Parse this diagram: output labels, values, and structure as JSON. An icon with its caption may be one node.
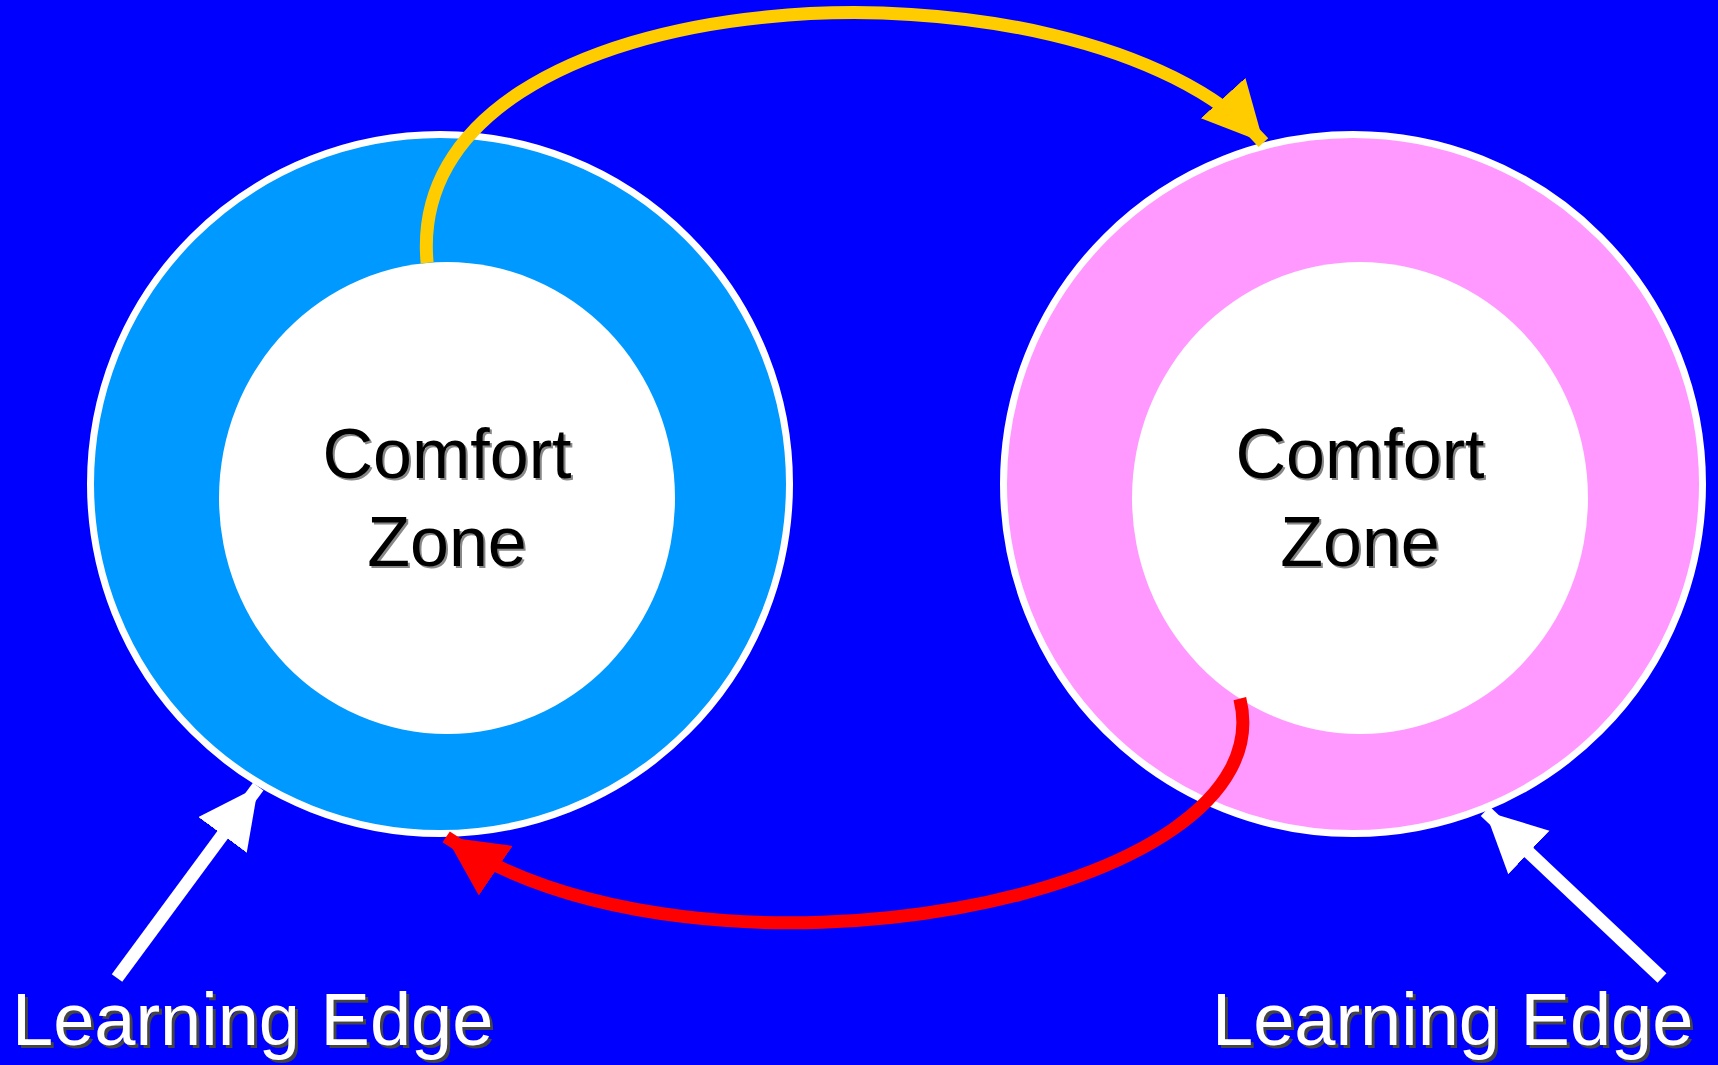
{
  "diagram": {
    "nodes": [
      {
        "text": [],
        "shape": "circle"
      },
      {
        "text": [
          "Comfort Zone"
        ],
        "in": 0
      },
      {
        "text": [],
        "shape": "circle"
      },
      {
        "text": [
          "Comfort Zone"
        ],
        "in": 2
      },
      {
        "text": [
          "Learning Edge"
        ]
      },
      {
        "text": [
          "Learning Edge"
        ]
      }
    ],
    "edges": [
      {
        "from": 1,
        "to": 2,
        "arrow": "to",
        "color": "#ffcc00"
      },
      {
        "from": 3,
        "to": 0,
        "arrow": "to",
        "color": "#ff0000"
      },
      {
        "from": 4,
        "to": 0,
        "arrow": "to"
      },
      {
        "from": 5,
        "to": 2,
        "arrow": "to"
      }
    ]
  }
}
